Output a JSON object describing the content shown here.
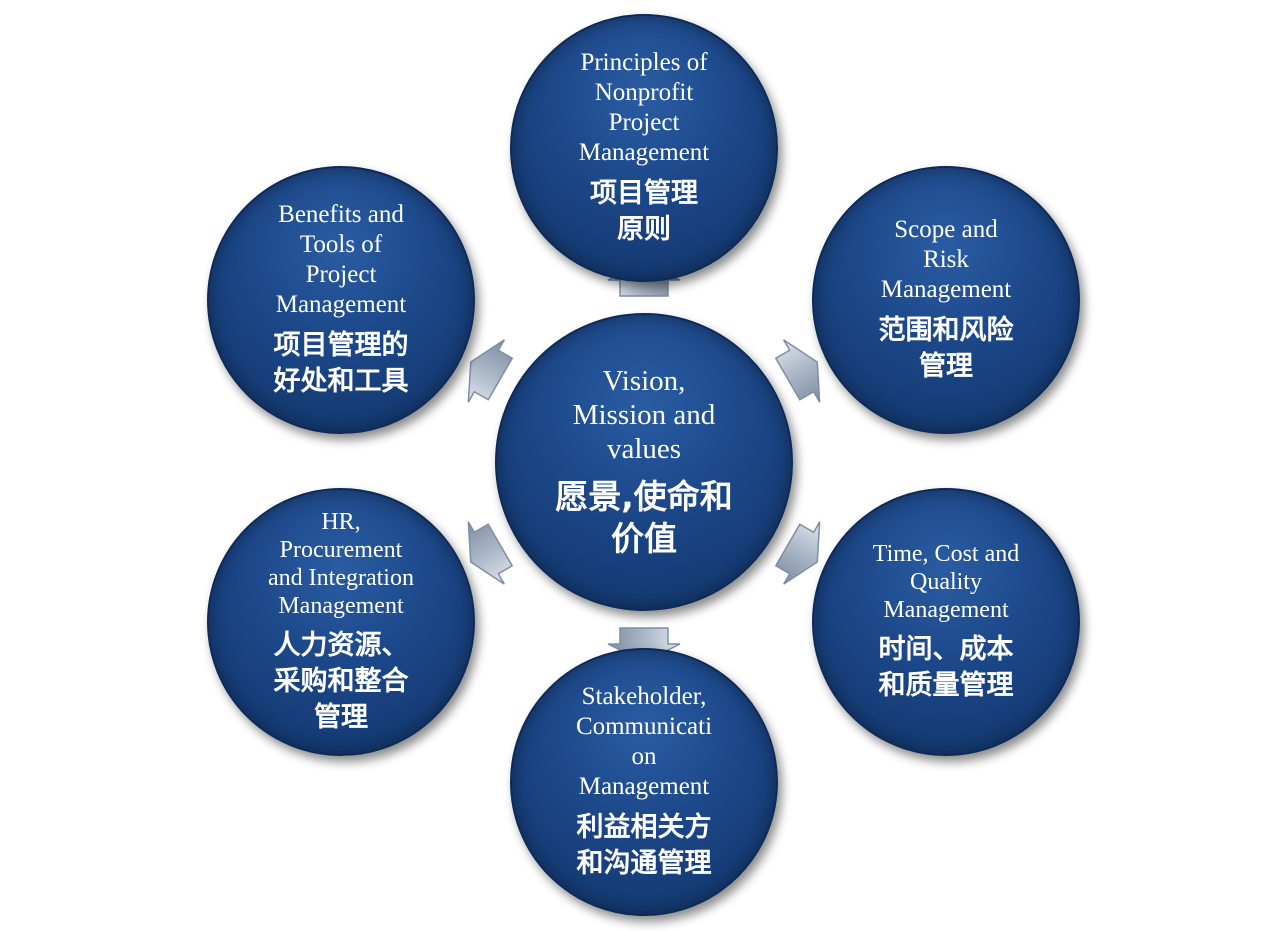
{
  "center": {
    "en": "Vision,\nMission and\nvalues",
    "zh": "愿景,使命和\n价值"
  },
  "nodes": {
    "top": {
      "en": "Principles of\nNonprofit\nProject\nManagement",
      "zh": "项目管理\n原则"
    },
    "top_right": {
      "en": "Scope and\nRisk\nManagement",
      "zh": "范围和风险\n管理"
    },
    "bottom_right": {
      "en": "Time, Cost and\nQuality\nManagement",
      "zh": "时间、成本\n和质量管理"
    },
    "bottom": {
      "en": "Stakeholder,\nCommunicati\non\nManagement",
      "zh": "利益相关方\n和沟通管理"
    },
    "bottom_left": {
      "en": "HR,\nProcurement\nand Integration\nManagement",
      "zh": "人力资源、\n采购和整合\n管理"
    },
    "top_left": {
      "en": "Benefits and\nTools of\nProject\nManagement",
      "zh": "项目管理的\n好处和工具"
    }
  },
  "colors": {
    "node_fill": "#1b4687",
    "node_border": "#0d2a57",
    "arrow_fill": "#a9b6c6",
    "arrow_stroke": "#7f8ea3"
  }
}
